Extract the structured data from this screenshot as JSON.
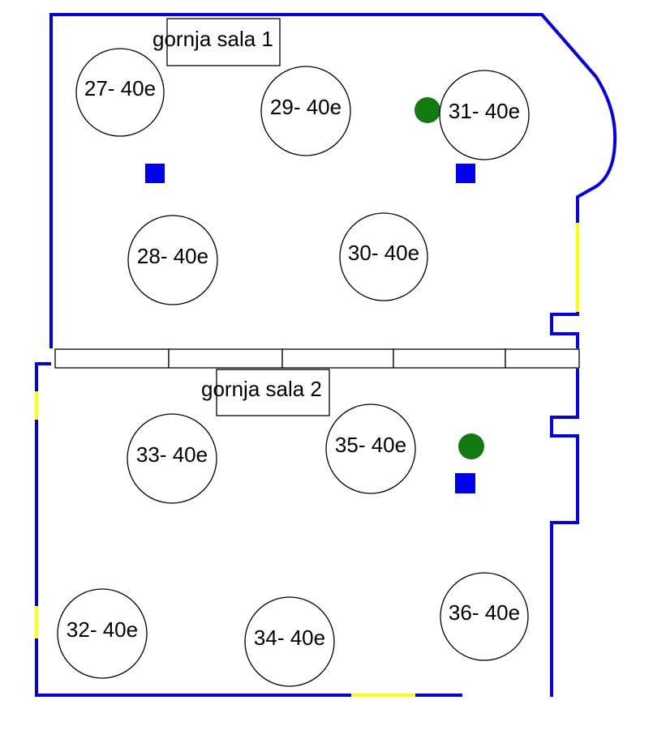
{
  "rooms": [
    {
      "id": "sala1",
      "label": "gornja sala 1"
    },
    {
      "id": "sala2",
      "label": "gornja sala 2"
    }
  ],
  "tables": [
    {
      "number": "27",
      "label": "27- 40e"
    },
    {
      "number": "28",
      "label": "28- 40e"
    },
    {
      "number": "29",
      "label": "29- 40e"
    },
    {
      "number": "30",
      "label": "30- 40e"
    },
    {
      "number": "31",
      "label": "31- 40e"
    },
    {
      "number": "32",
      "label": "32- 40e"
    },
    {
      "number": "33",
      "label": "33- 40e"
    },
    {
      "number": "34",
      "label": "34- 40e"
    },
    {
      "number": "35",
      "label": "35- 40e"
    },
    {
      "number": "36",
      "label": "36- 40e"
    }
  ],
  "colors": {
    "wall": "#0000ee",
    "window": "#ffff00",
    "pillar": "#0000ee",
    "plant": "#117a11",
    "outline": "#000000"
  },
  "icons": {
    "pillar": "blue-square",
    "plant": "green-circle"
  }
}
